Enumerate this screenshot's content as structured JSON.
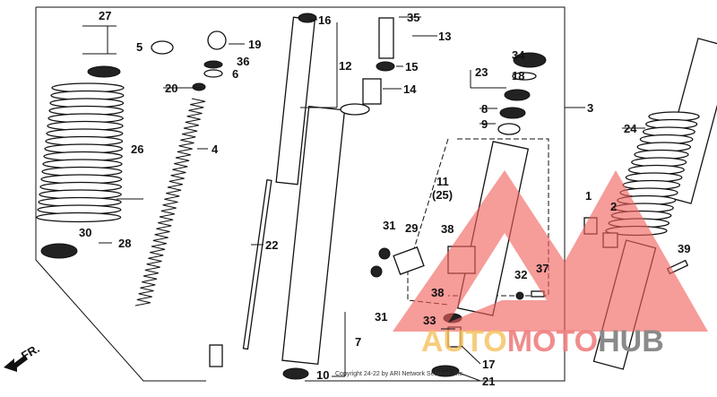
{
  "diagram": {
    "part_labels": [
      "27",
      "5",
      "19",
      "36",
      "6",
      "20",
      "26",
      "4",
      "30",
      "28",
      "22",
      "16",
      "12",
      "35",
      "13",
      "15",
      "14",
      "7",
      "10",
      "34",
      "23",
      "18",
      "8",
      "9",
      "3",
      "24",
      "11",
      "(25)",
      "31",
      "29",
      "38",
      "38",
      "31",
      "33",
      "17",
      "21",
      "32",
      "37",
      "1",
      "2",
      "39"
    ],
    "direction_label": "FR.",
    "copyright": "Copyright 24-22 by ARI Network Services, Inc."
  },
  "watermark": {
    "auto": "AUTO",
    "moto": "MOTO",
    "hub": "HUB",
    "colors": {
      "triangle": "#f0605a",
      "auto": "#f5c15a",
      "moto": "#f08080",
      "hub": "#8a8a8a"
    }
  }
}
